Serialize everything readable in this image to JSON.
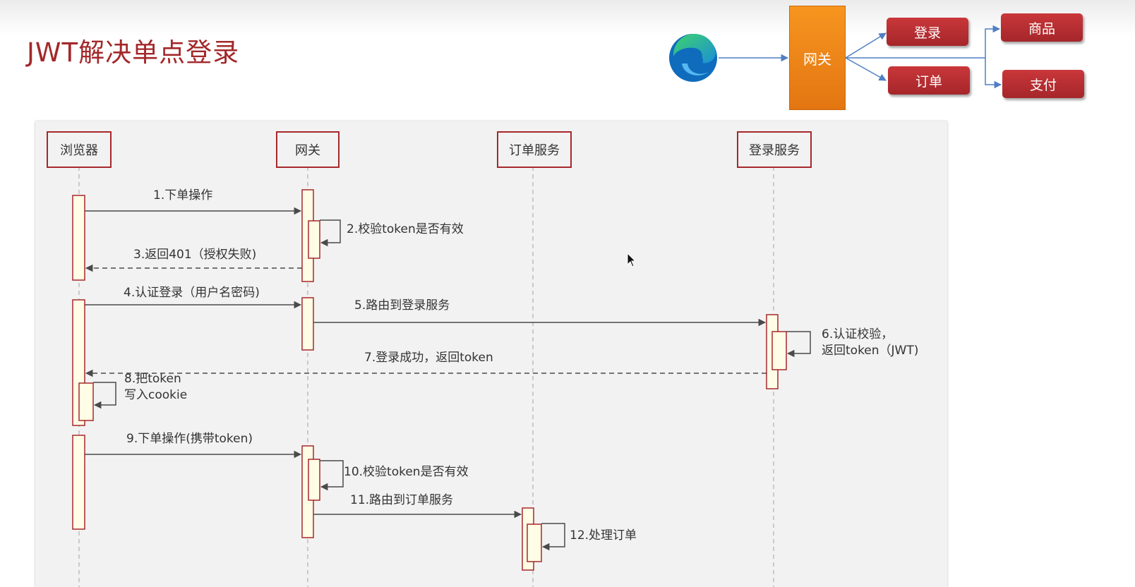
{
  "title": "JWT解决单点登录",
  "flow": {
    "gateway_label": "网关",
    "services": [
      "登录",
      "订单",
      "商品",
      "支付"
    ]
  },
  "participants": [
    "浏览器",
    "网关",
    "订单服务",
    "登录服务"
  ],
  "messages": [
    {
      "from": "浏览器",
      "to": "网关",
      "label": "1.下单操作",
      "style": "solid"
    },
    {
      "from": "网关",
      "to": "网关",
      "label": "2.校验token是否有效",
      "style": "self"
    },
    {
      "from": "网关",
      "to": "浏览器",
      "label": "3.返回401（授权失败)",
      "style": "dashed"
    },
    {
      "from": "浏览器",
      "to": "网关",
      "label": "4.认证登录（用户名密码)",
      "style": "solid"
    },
    {
      "from": "网关",
      "to": "登录服务",
      "label": "5.路由到登录服务",
      "style": "solid"
    },
    {
      "from": "登录服务",
      "to": "登录服务",
      "label": [
        "6.认证校验，",
        "返回token（JWT)"
      ],
      "style": "self"
    },
    {
      "from": "登录服务",
      "to": "浏览器",
      "label": "7.登录成功，返回token",
      "style": "dashed"
    },
    {
      "from": "浏览器",
      "to": "浏览器",
      "label": [
        "8.把token",
        "写入cookie"
      ],
      "style": "self"
    },
    {
      "from": "浏览器",
      "to": "网关",
      "label": "9.下单操作(携带token)",
      "style": "solid"
    },
    {
      "from": "网关",
      "to": "网关",
      "label": "10.校验token是否有效",
      "style": "self"
    },
    {
      "from": "网关",
      "to": "订单服务",
      "label": "11.路由到订单服务",
      "style": "solid"
    },
    {
      "from": "订单服务",
      "to": "订单服务",
      "label": "12.处理订单",
      "style": "self"
    }
  ],
  "colors": {
    "title": "#a3282a",
    "box_border": "#a7282b",
    "activation_fill": "#fffde6",
    "gateway_orange": "#f08a1c",
    "service_red": "#b82e31",
    "flow_arrow": "#4f7ec4",
    "panel_bg": "#f2f2f2"
  }
}
